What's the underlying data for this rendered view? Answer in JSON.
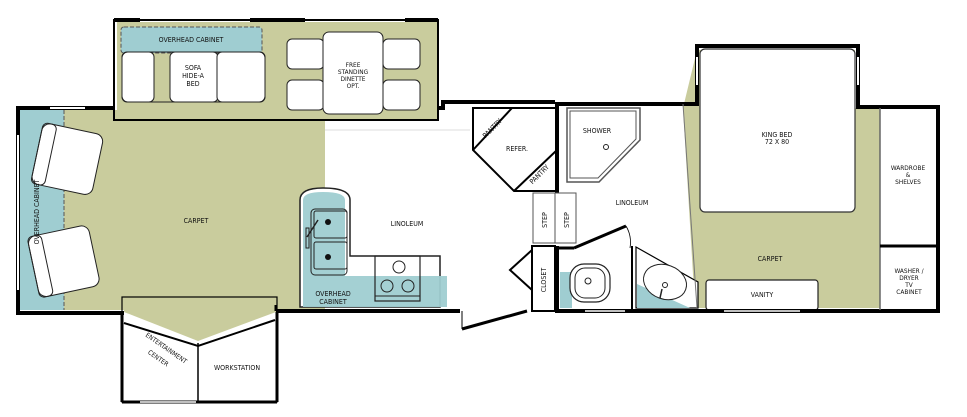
{
  "floorplan": {
    "colors": {
      "carpet": "#c9cc9d",
      "cabinet": "#9fcdd1",
      "linoleum": "#ffffff",
      "wall": "#000000"
    },
    "labels": {
      "overhead_cabinet_top": "OVERHEAD  CABINET",
      "sofa_line1": "SOFA",
      "sofa_line2": "HIDE-A",
      "sofa_line3": "BED",
      "dinette_line1": "FREE",
      "dinette_line2": "STANDING",
      "dinette_line3": "DINETTE",
      "dinette_line4": "OPT.",
      "overhead_cabinet_left": "OVERHEAD  CABINET",
      "carpet_living": "CARPET",
      "linoleum_kitchen": "LINOLEUM",
      "overhead_cabinet_kitchen_line1": "OVERHEAD",
      "overhead_cabinet_kitchen_line2": "CABINET",
      "entertainment_line1": "ENTERTAINMENT",
      "entertainment_line2": "CENTER",
      "workstation": "WORKSTATION",
      "pantry_top": "PANTRY",
      "refrigerator": "REFER.",
      "pantry_bottom": "PANTRY",
      "step_left": "STEP",
      "step_right": "STEP",
      "closet": "CLOSET",
      "shower": "SHOWER",
      "linoleum_bath": "LINOLEUM",
      "king_bed_line1": "KING  BED",
      "king_bed_line2": "72  X  80",
      "carpet_bedroom": "CARPET",
      "vanity": "VANITY",
      "wardrobe_line1": "WARDROBE",
      "wardrobe_line2": "&",
      "wardrobe_line3": "SHELVES",
      "washer_line1": "WASHER  /",
      "washer_line2": "DRYER",
      "washer_line3": "TV",
      "washer_line4": "CABINET"
    }
  }
}
